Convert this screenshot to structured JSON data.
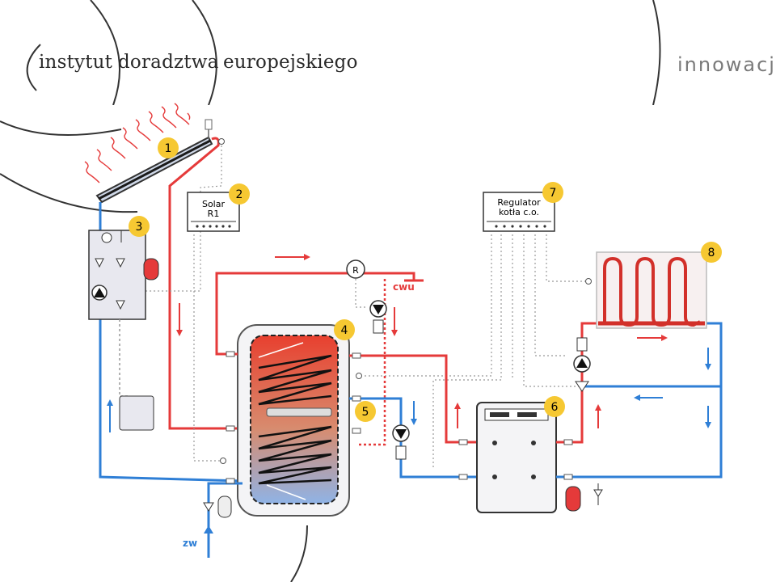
{
  "header": {
    "word1": "instytut",
    "word2": "doradztwa",
    "word3": "europejskiego",
    "tagline": "innowacja"
  },
  "diagram": {
    "badges": [
      "1",
      "2",
      "3",
      "4",
      "5",
      "6",
      "7",
      "8"
    ],
    "controller_solar": {
      "line1": "Solar",
      "line2": "R1"
    },
    "controller_boiler": {
      "line1": "Regulator",
      "line2": "kotła c.o."
    },
    "label_cwu": "cwu",
    "label_zw": "zw",
    "sensor_r": "R"
  },
  "colors": {
    "hot": "#e53a3a",
    "cold": "#2f7fd6",
    "badge": "#f6c832",
    "tank_outline": "#444444"
  }
}
